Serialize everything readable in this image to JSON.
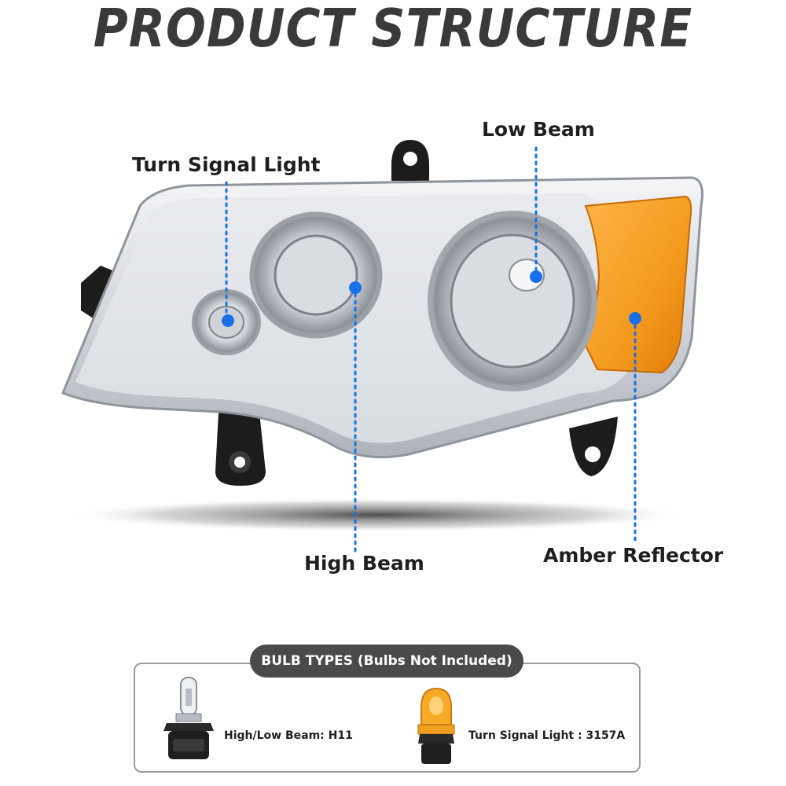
{
  "title": "PRODUCT STRUCTURE",
  "callouts": {
    "turn_signal": "Turn Signal Light",
    "low_beam": "Low Beam",
    "high_beam": "High Beam",
    "amber_reflector": "Amber Reflector"
  },
  "bulb_types": {
    "heading": "BULB TYPES (Bulbs Not Included)",
    "high_low": "High/Low Beam: H11",
    "turn_signal": "Turn Signal Light : 3157A"
  },
  "colors": {
    "accent_blue": "#1a6fe8",
    "amber": "#f39a1e",
    "chrome": "#c9ccd1",
    "title": "#3a3a3a"
  },
  "icons": [
    "headlight-assembly-image",
    "h11-bulb-icon",
    "3157a-bulb-icon"
  ]
}
